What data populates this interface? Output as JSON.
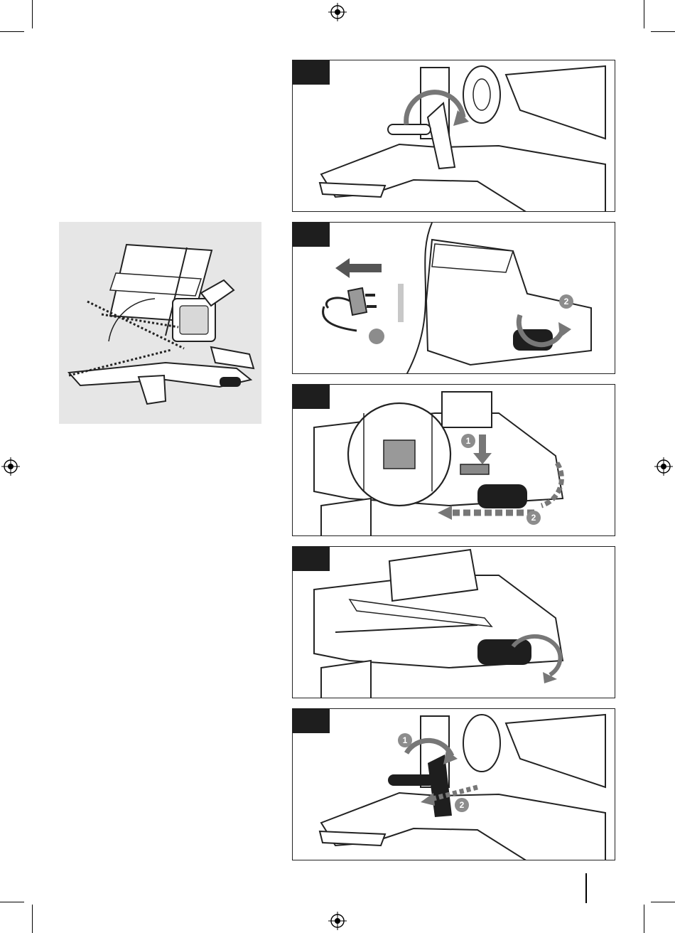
{
  "colors": {
    "ink": "#1e1e1e",
    "panel_border": "#222222",
    "gray_fill": "#e6e6e6",
    "badge_gray": "#8c8c8c",
    "arrow_gray": "#777777"
  },
  "icons": {
    "registration": "registration-mark-icon",
    "plug": "power-plug-icon",
    "rotate_arrow": "rotate-arrow-icon"
  },
  "panels": [
    {
      "callouts": []
    },
    {
      "callouts": [
        "2"
      ]
    },
    {
      "callouts": [
        "1",
        "2"
      ]
    },
    {
      "callouts": []
    },
    {
      "callouts": [
        "1",
        "2"
      ]
    }
  ]
}
